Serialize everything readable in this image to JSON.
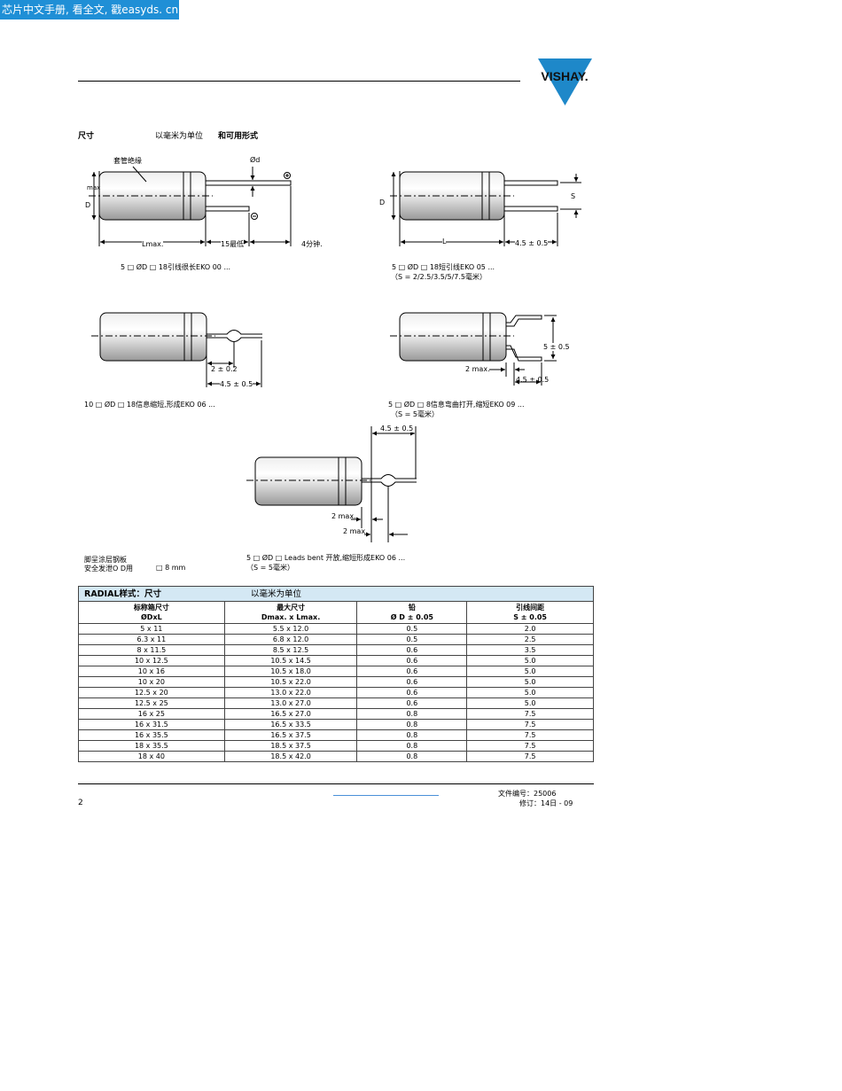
{
  "banner": "芯片中文手册, 看全文, 戳easyds. cn",
  "logo_text": "VISHAY.",
  "section": {
    "title": "尺寸",
    "unit": "以毫米为单位",
    "forms": "和可用形式"
  },
  "fig1": {
    "sleeve": "套管绝缘",
    "od": "Ød",
    "max": "max",
    "d": "D",
    "lmax": "Lmax.",
    "lead15": "15最低",
    "pin4": "4分钟.",
    "caption": "5 □ ØD □ 18引线很长EKO 00 ..."
  },
  "fig2": {
    "d": "D",
    "s": "S",
    "l": "L",
    "dim": "4.5 ± 0.5",
    "caption": "5 □ ØD □ 18短引线EKO 05 ...",
    "sub": "（S = 2/2.5/3.5/5/7.5毫米）"
  },
  "fig3": {
    "dim1": "2 ± 0.2",
    "dim2": "4.5 ± 0.5",
    "caption": "10 □ ØD □ 18信息缩短,形成EKO 06 ..."
  },
  "fig4": {
    "dim1": "5 ± 0.5",
    "dim2": "2 max.",
    "dim3": "4.5 ± 0.5",
    "caption": "5 □ ØD □ 8信息弯曲打开,缩短EKO 09 ...",
    "sub": "（S = 5毫米）"
  },
  "fig5": {
    "dim1": "4.5 ± 0.5",
    "dim2": "2 max.",
    "dim3": "2 max.",
    "caption": "5 □ ØD □ Leads  bent 开放,缩短形成EKO 06 ...",
    "sub": "（S = 5毫米）"
  },
  "note": {
    "line1": "脚呈涂层钢板",
    "line2": "安全发泄O D用",
    "line3": "□ 8 mm"
  },
  "table": {
    "title": "RADIAL样式：尺寸",
    "unit": "以毫米为单位",
    "headers": [
      {
        "l1": "标称箱尺寸",
        "l2": "ØDxL"
      },
      {
        "l1": "最大尺寸",
        "l2": "Dmax. x Lmax."
      },
      {
        "l1": "铅",
        "l2": "Ø D ± 0.05"
      },
      {
        "l1": "引线间距",
        "l2": "S ± 0.05"
      }
    ],
    "rows": [
      [
        "5 x 11",
        "5.5 x 12.0",
        "0.5",
        "2.0"
      ],
      [
        "6.3 x 11",
        "6.8 x 12.0",
        "0.5",
        "2.5"
      ],
      [
        "8 x 11.5",
        "8.5 x 12.5",
        "0.6",
        "3.5"
      ],
      [
        "10 x 12.5",
        "10.5 x 14.5",
        "0.6",
        "5.0"
      ],
      [
        "10 x 16",
        "10.5 x 18.0",
        "0.6",
        "5.0"
      ],
      [
        "10 x 20",
        "10.5 x 22.0",
        "0.6",
        "5.0"
      ],
      [
        "12.5 x 20",
        "13.0 x 22.0",
        "0.6",
        "5.0"
      ],
      [
        "12.5 x 25",
        "13.0 x 27.0",
        "0.6",
        "5.0"
      ],
      [
        "16 x 25",
        "16.5 x 27.0",
        "0.8",
        "7.5"
      ],
      [
        "16 x 31.5",
        "16.5 x 33.5",
        "0.8",
        "7.5"
      ],
      [
        "16 x 35.5",
        "16.5 x 37.5",
        "0.8",
        "7.5"
      ],
      [
        "18 x 35.5",
        "18.5 x 37.5",
        "0.8",
        "7.5"
      ],
      [
        "18 x 40",
        "18.5 x 42.0",
        "0.8",
        "7.5"
      ]
    ]
  },
  "footer": {
    "page": "2",
    "doc": "文件编号：25006",
    "rev": "修订：14日 - 09"
  },
  "colors": {
    "banner": "#1f8fd6",
    "logo": "#1e88c9",
    "table_header": "#d4e8f4"
  }
}
